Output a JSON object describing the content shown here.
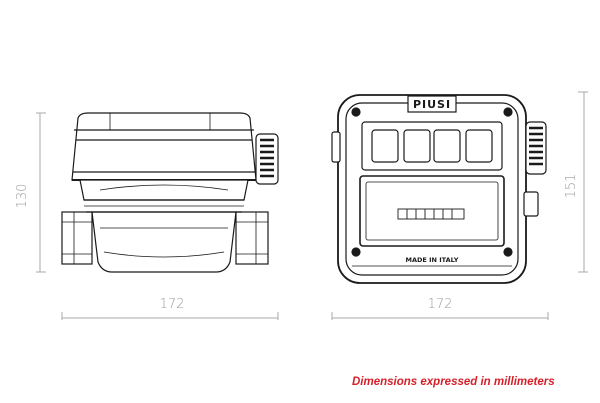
{
  "dimensions": {
    "side_height": "130",
    "side_width": "172",
    "front_width": "172",
    "front_height": "151"
  },
  "brand_label": "PIUSI",
  "made_in_label": "MADE IN ITALY",
  "caption": "Dimensions expressed in millimeters",
  "colors": {
    "outline": "#1a1a1a",
    "dimension_line": "#a8a8a8",
    "caption": "#d6202a"
  }
}
